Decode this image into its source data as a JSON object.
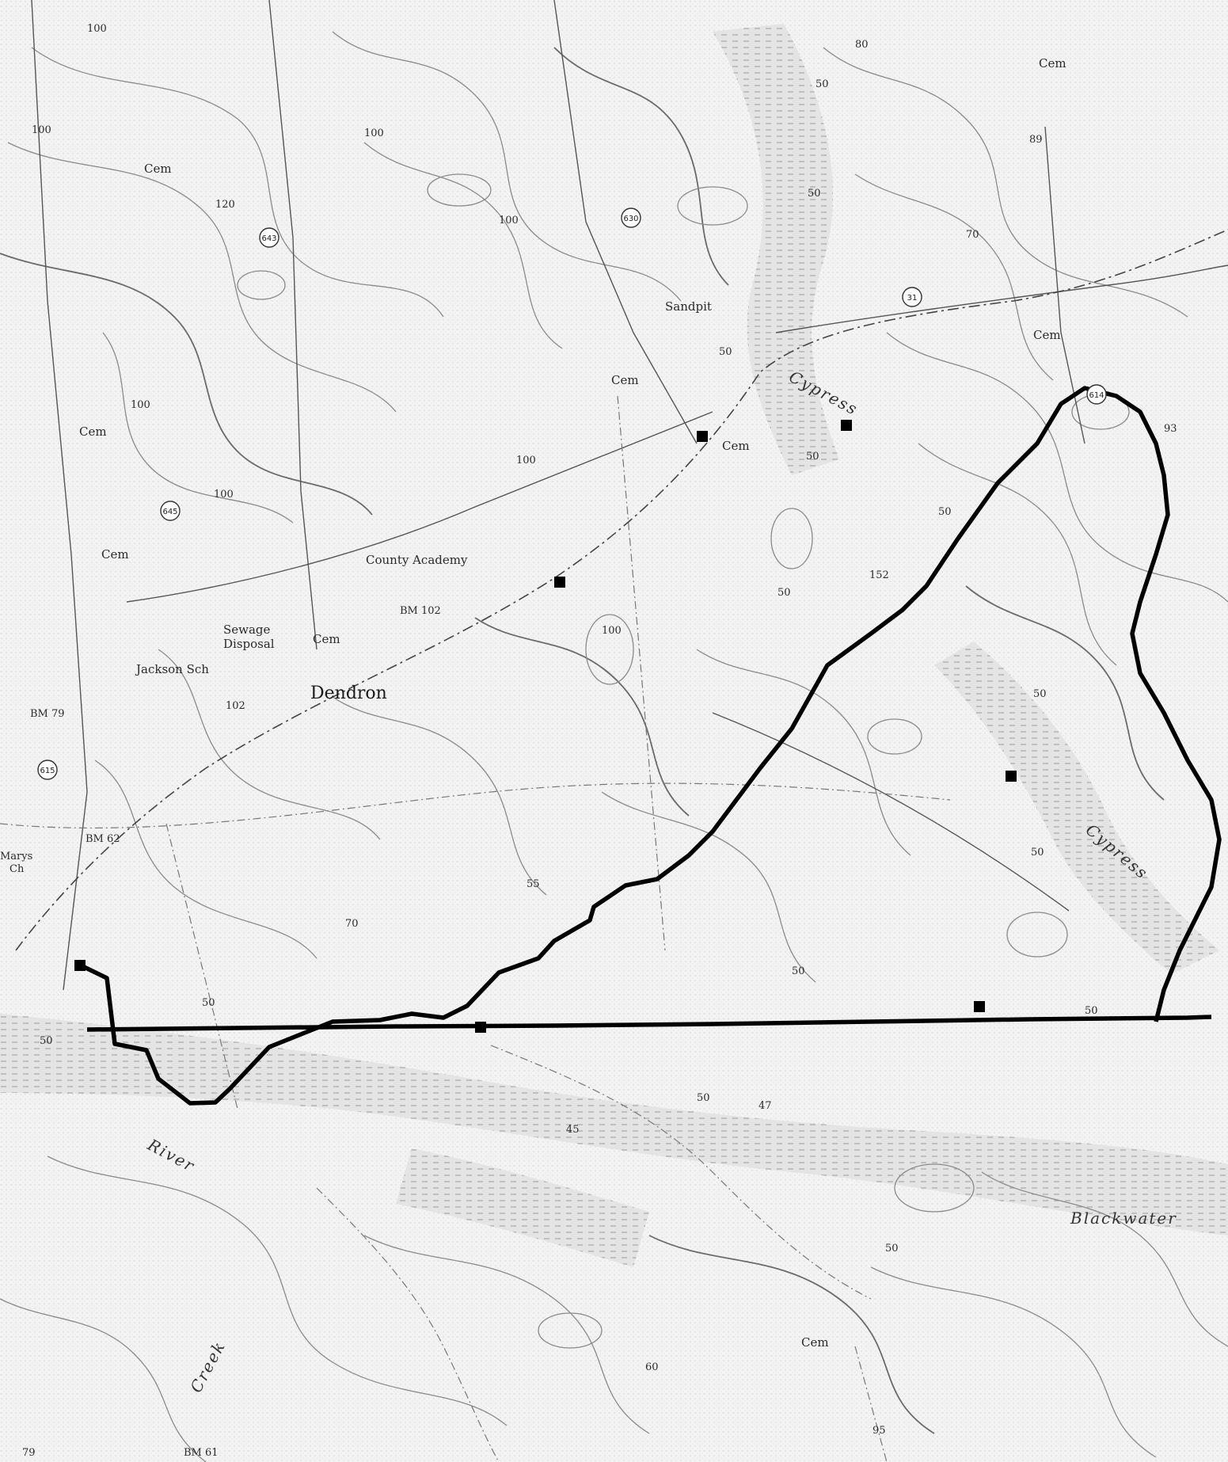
{
  "map": {
    "background": "#f2f2f2",
    "water_color": "#d9d9d9",
    "boundary_color": "#000000",
    "contour_color": "#8a8a8a",
    "labels": {
      "town": "Dendron",
      "cem_1": "Cem",
      "cem_2": "Cem",
      "cem_3": "Cem",
      "cem_4": "Cem",
      "cem_5": "Cem",
      "cem_6": "Cem",
      "cem_7": "Cem",
      "cem_8": "Cem",
      "cem_9": "Cem",
      "sandpit": "Sandpit",
      "county_academy": "County Academy",
      "sewage_1": "Sewage",
      "sewage_2": "Disposal",
      "jackson_sch": "Jackson Sch",
      "bm_79": "BM 79",
      "bm_102": "BM 102",
      "bm_61": "BM 61",
      "bm_62": "BM 62",
      "marys_1": "Marys",
      "marys_2": "Ch",
      "cypress_n": "Cypress",
      "cypress_e": "Cypress",
      "river": "River",
      "blackwater": "Blackwater",
      "creek": "Creek"
    },
    "elevations": {
      "e100a": "100",
      "e100b": "100",
      "e100c": "100",
      "e100d": "100",
      "e100e": "100",
      "e100f": "100",
      "e100g": "100",
      "e100h": "100",
      "e120": "120",
      "e80": "80",
      "e50a": "50",
      "e50b": "50",
      "e50c": "50",
      "e50d": "50",
      "e50e": "50",
      "e50f": "50",
      "e50g": "50",
      "e50h": "50",
      "e50i": "50",
      "e50j": "50",
      "e50k": "50",
      "e50l": "50",
      "e50m": "50",
      "e50n": "50",
      "e70a": "70",
      "e70b": "70",
      "e89": "89",
      "e93": "93",
      "e152": "152",
      "e102": "102",
      "e55": "55",
      "e47": "47",
      "e45": "45",
      "e95": "95",
      "e60": "60",
      "e79": "79"
    },
    "routes": [
      "643",
      "630",
      "645",
      "615",
      "614",
      "31"
    ]
  }
}
